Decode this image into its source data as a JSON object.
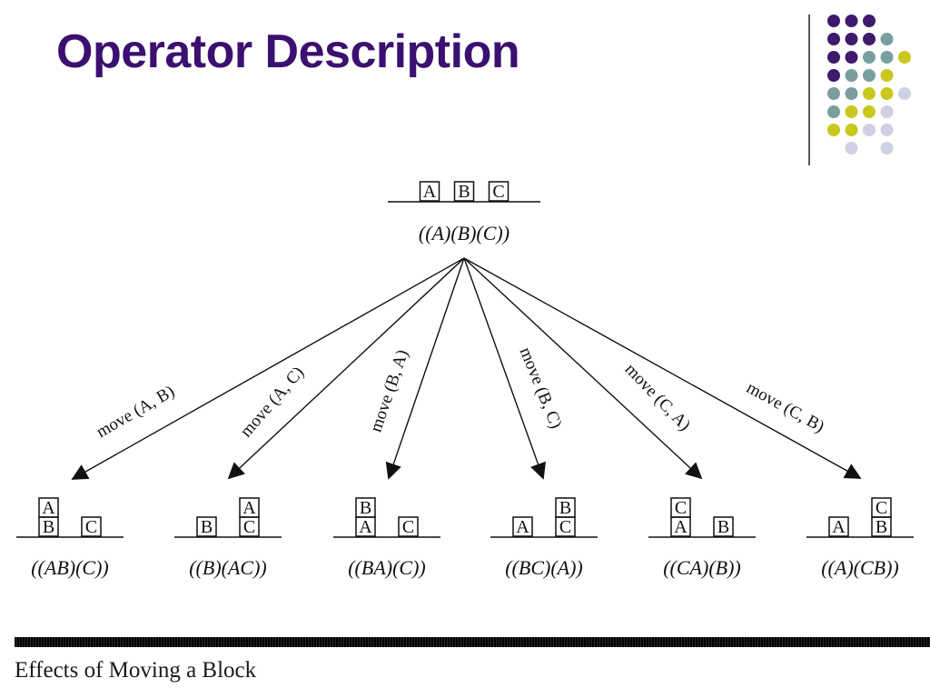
{
  "title": "Operator Description",
  "caption": "Effects of Moving a Block",
  "colors": {
    "title": "#3b1070",
    "dark_purple": "#3e1a6e",
    "teal": "#7a9e9f",
    "yellow": "#c8c81e",
    "lavender": "#d0d0e4",
    "ink": "#111111"
  },
  "dot_grid": [
    [
      "dark_purple",
      "dark_purple",
      "dark_purple",
      "",
      ""
    ],
    [
      "dark_purple",
      "dark_purple",
      "dark_purple",
      "teal",
      ""
    ],
    [
      "dark_purple",
      "dark_purple",
      "teal",
      "teal",
      "yellow"
    ],
    [
      "dark_purple",
      "teal",
      "teal",
      "yellow",
      ""
    ],
    [
      "teal",
      "teal",
      "yellow",
      "yellow",
      "lavender"
    ],
    [
      "teal",
      "yellow",
      "yellow",
      "lavender",
      ""
    ],
    [
      "yellow",
      "yellow",
      "lavender",
      "lavender",
      ""
    ],
    [
      "",
      "lavender",
      "",
      "lavender",
      ""
    ]
  ],
  "root": {
    "stacks": [
      [
        "A"
      ],
      [
        "B"
      ],
      [
        "C"
      ]
    ],
    "label": "((A)(B)(C))"
  },
  "operators": [
    {
      "label": "move (A, B)",
      "state": {
        "stacks": [
          [
            "B",
            "A"
          ],
          [
            "C"
          ]
        ],
        "label": "((AB)(C))"
      }
    },
    {
      "label": "move (A, C)",
      "state": {
        "stacks": [
          [
            "B"
          ],
          [
            "C",
            "A"
          ]
        ],
        "label": "((B)(AC))"
      }
    },
    {
      "label": "move (B, A)",
      "state": {
        "stacks": [
          [
            "A",
            "B"
          ],
          [
            "C"
          ]
        ],
        "label": "((BA)(C))"
      }
    },
    {
      "label": "move (B, C)",
      "state": {
        "stacks": [
          [
            "A"
          ],
          [
            "C",
            "B"
          ]
        ],
        "label": "((BC)(A))"
      }
    },
    {
      "label": "move (C, A)",
      "state": {
        "stacks": [
          [
            "A",
            "C"
          ],
          [
            "B"
          ]
        ],
        "label": "((CA)(B))"
      }
    },
    {
      "label": "move (C, B)",
      "state": {
        "stacks": [
          [
            "A"
          ],
          [
            "B",
            "C"
          ]
        ],
        "label": "((A)(CB))"
      }
    }
  ]
}
